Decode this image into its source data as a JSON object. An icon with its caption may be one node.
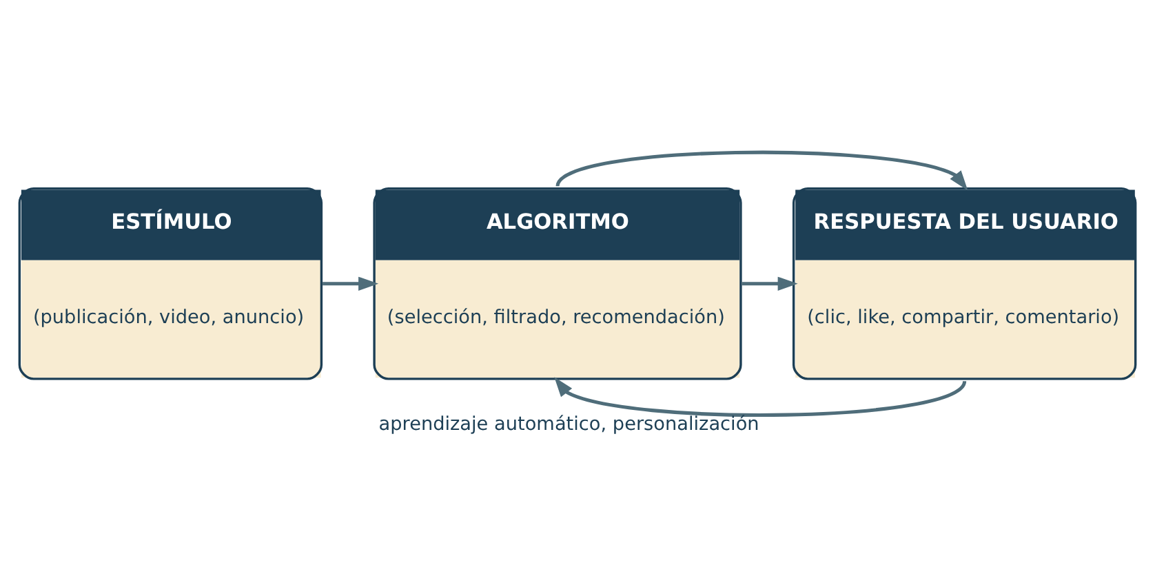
{
  "diagram": {
    "nodes": [
      {
        "text": [
          "ESTÍMULO",
          "(publicación, video, anuncio)"
        ]
      },
      {
        "text": [
          "ALGORITMO",
          "(selección, filtrado, recomendación)"
        ]
      },
      {
        "text": [
          "RESPUESTA DEL USUARIO",
          "(clic, like, compartir, comentario)"
        ]
      }
    ],
    "edges": [
      {
        "from": 0,
        "to": 1,
        "arrow": "to"
      },
      {
        "from": 1,
        "to": 2,
        "arrow": "to"
      },
      {
        "from": 1,
        "to": 2,
        "arrow": "to"
      },
      {
        "from": 2,
        "to": 1,
        "arrow": "to",
        "label": "aprendizaje automático, personalización"
      }
    ]
  }
}
